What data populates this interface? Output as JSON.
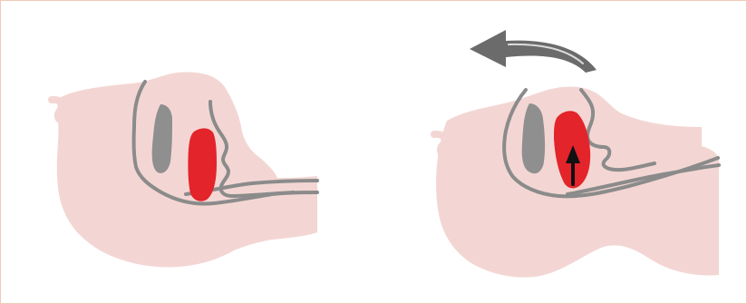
{
  "diagram": {
    "panels": [
      {
        "id": "left",
        "pose": "tilted-down"
      },
      {
        "id": "right",
        "pose": "tilted-back",
        "arrow": "rotate-left-arrow",
        "motion_arrow": "up-arrow"
      }
    ],
    "colors": {
      "skin": "#f3d6d3",
      "outline": "#8b8b8b",
      "tongue": "#e3242b",
      "gray_arrow": "#6b6b6b",
      "black_arrow": "#111111",
      "frame": "#f2c9b8"
    }
  }
}
